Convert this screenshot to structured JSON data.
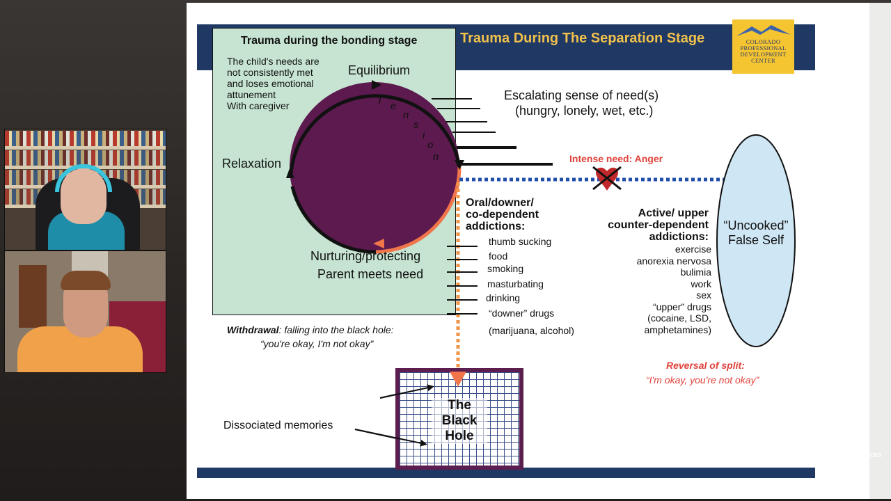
{
  "slide": {
    "header_title": "Trauma During The Separation Stage",
    "logo_text": [
      "COLORADO",
      "PROFESSIONAL",
      "DEVELOPMENT",
      "CENTER"
    ],
    "panel_title": "Trauma during the bonding stage",
    "panel_desc": [
      "The child's needs are",
      "not consistently met",
      "and loses emotional",
      "attunement",
      "With caregiver"
    ],
    "cycle": {
      "top": "Equilibrium",
      "left": "Relaxation",
      "bottom1": "Nurturing/protecting",
      "bottom2": "Parent meets need",
      "tension_letters": [
        "T",
        "e",
        "n",
        "s",
        "i",
        "o",
        "n"
      ]
    },
    "escalating": [
      "Escalating sense of need(s)",
      "(hungry, lonely, wet, etc.)"
    ],
    "intense_need": "Intense need: Anger",
    "oral_title": [
      "Oral/downer/",
      "co-dependent",
      "addictions:"
    ],
    "oral_items": [
      "thumb sucking",
      "food",
      "smoking",
      "masturbating",
      "drinking",
      "“downer” drugs",
      "(marijuana, alcohol)"
    ],
    "active_title": [
      "Active/ upper",
      "counter-dependent",
      "addictions:"
    ],
    "active_items": [
      "exercise",
      "anorexia nervosa",
      "bulimia",
      "work",
      "sex",
      "“upper” drugs",
      "(cocaine, LSD,",
      "amphetamines)"
    ],
    "false_self": [
      "“Uncooked”",
      "False Self"
    ],
    "withdrawal_bold": "Withdrawal",
    "withdrawal_rest": ": falling into the black hole:",
    "withdrawal_quote": "“you're okay, I'm not okay”",
    "reversal_title": "Reversal of split:",
    "reversal_quote": "“I'm okay, you're not okay”",
    "black_hole": [
      "The",
      "Black",
      "Hole"
    ],
    "dissociated": "Dissociated memories",
    "partial_text": "CES"
  },
  "colors": {
    "navy": "#1f3864",
    "gold": "#f0c14b",
    "green_panel": "#c6e4d1",
    "circle": "#5c1a4f",
    "orange": "#f0754a",
    "blue_dots": "#1f4fa8",
    "red_text": "#e0403a",
    "oval": "#cfe6f5"
  }
}
